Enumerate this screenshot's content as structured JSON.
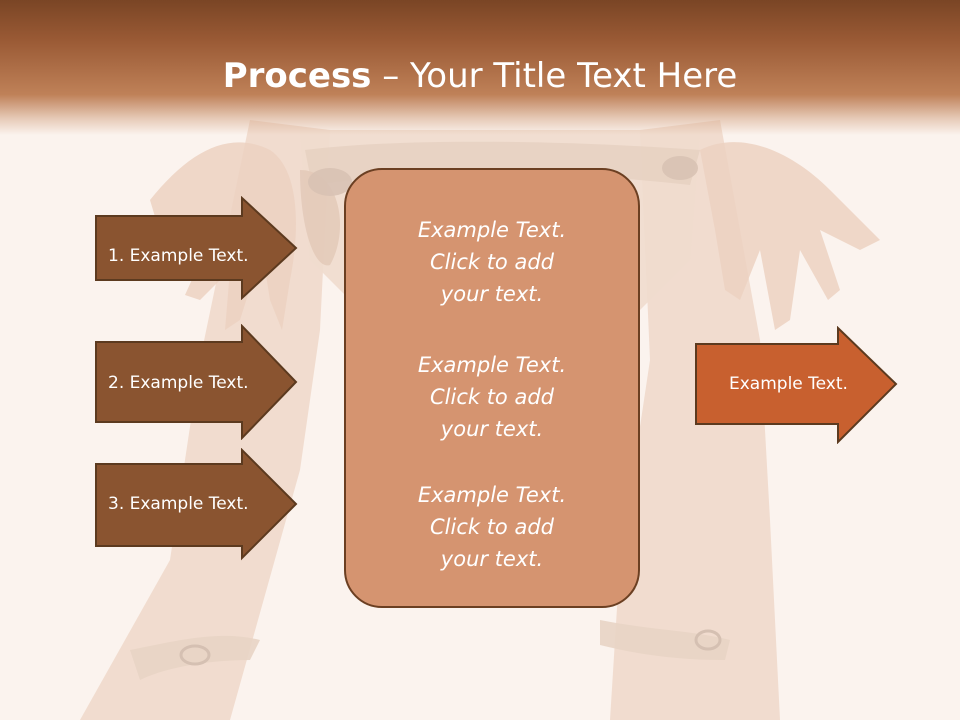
{
  "title": {
    "bold": "Process",
    "rest": " – Your Title Text Here"
  },
  "left_steps": [
    {
      "label": "1. Example Text."
    },
    {
      "label": "2. Example Text."
    },
    {
      "label": "3. Example Text."
    }
  ],
  "center": {
    "items": [
      {
        "line1": "Example Text.",
        "line2": "Click  to add",
        "line3": "your text."
      },
      {
        "line1": "Example Text.",
        "line2": "Click  to add",
        "line3": "your text."
      },
      {
        "line1": "Example Text.",
        "line2": "Click  to add",
        "line3": "your text."
      }
    ]
  },
  "right_step": {
    "label": "Example Text."
  },
  "colors": {
    "left_arrow": "#8a5430",
    "right_arrow": "#c8602f",
    "center_box": "#d59470",
    "outline": "#5c3a1f",
    "title_band": "#9a5a35"
  }
}
